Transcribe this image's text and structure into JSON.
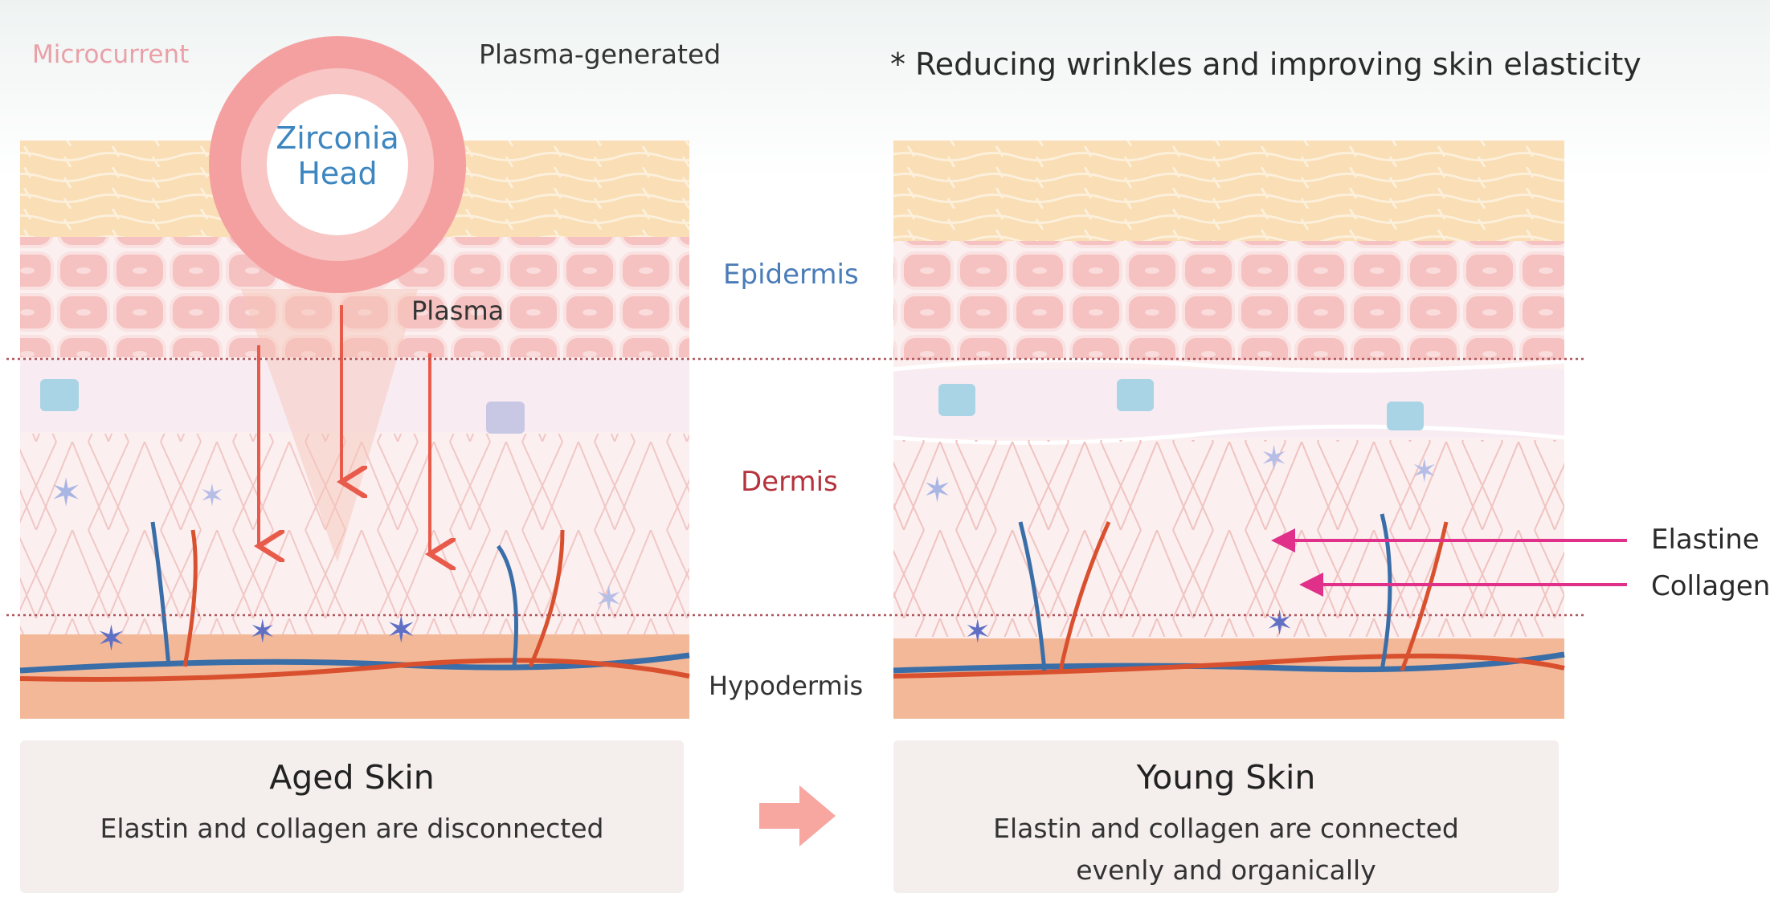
{
  "labels": {
    "microcurrent": "Microcurrent",
    "plasma_generated": "Plasma-generated",
    "note": "* Reducing wrinkles and improving skin elasticity",
    "zirconia_line1": "Zirconia",
    "zirconia_line2": "Head",
    "plasma": "Plasma",
    "epidermis": "Epidermis",
    "dermis": "Dermis",
    "hypodermis": "Hypodermis",
    "elastine": "Elastine",
    "collagen": "Collagen"
  },
  "cards": {
    "aged": {
      "title": "Aged Skin",
      "subtitle": "Elastin and collagen are disconnected"
    },
    "young": {
      "title": "Young Skin",
      "subtitle_line1": "Elastin and collagen are connected",
      "subtitle_line2": "evenly and organically"
    }
  },
  "colors": {
    "stratum_top": "#f7d9b0",
    "epidermis_cells": "#f6c7c6",
    "dermis": "#fbeff0",
    "hypodermis": "#f2b897",
    "vein": "#3a6ea8",
    "artery": "#d9502f",
    "arrow_red": "#e85a4a",
    "pointer_magenta": "#e0308a",
    "ring": "#f29a9a",
    "zirconia_text": "#3d86c0"
  }
}
